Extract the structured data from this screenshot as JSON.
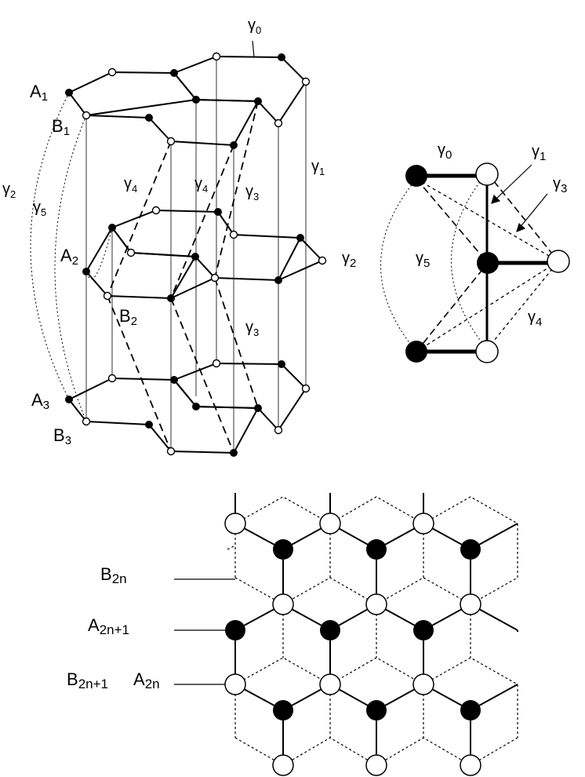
{
  "left_panel": {
    "labels": {
      "g0": {
        "sym": "γ",
        "sub": "0"
      },
      "g1": {
        "sym": "γ",
        "sub": "1"
      },
      "g2": {
        "sym": "γ",
        "sub": "2"
      },
      "g3a": {
        "sym": "γ",
        "sub": "3"
      },
      "g3b": {
        "sym": "γ",
        "sub": "3"
      },
      "g4a": {
        "sym": "γ",
        "sub": "4"
      },
      "g4b": {
        "sym": "γ",
        "sub": "4"
      },
      "g5": {
        "sym": "γ",
        "sub": "5"
      },
      "A1": {
        "sym": "A",
        "sub": "1"
      },
      "B1": {
        "sym": "B",
        "sub": "1"
      },
      "A2": {
        "sym": "A",
        "sub": "2"
      },
      "B2": {
        "sym": "B",
        "sub": "2"
      },
      "A3": {
        "sym": "A",
        "sub": "3"
      },
      "B3": {
        "sym": "B",
        "sub": "3"
      }
    }
  },
  "right_panel": {
    "labels": {
      "g0": {
        "sym": "γ",
        "sub": "0"
      },
      "g1": {
        "sym": "γ",
        "sub": "1"
      },
      "g3": {
        "sym": "γ",
        "sub": "3"
      },
      "g2": {
        "sym": "γ",
        "sub": "2"
      },
      "g5": {
        "sym": "γ",
        "sub": "5"
      },
      "g4": {
        "sym": "γ",
        "sub": "4"
      }
    }
  },
  "bottom_panel": {
    "labels": {
      "b2n": {
        "sym": "B",
        "sub": "2n"
      },
      "a2n1": {
        "sym": "A",
        "sub": "2n+1"
      },
      "b2n1": {
        "sym": "B",
        "sub": "2n+1"
      },
      "a2n": {
        "sym": "A",
        "sub": "2n"
      }
    }
  },
  "colors": {
    "filled_atom": "#000000",
    "open_atom": "#ffffff",
    "line": "#000000"
  }
}
